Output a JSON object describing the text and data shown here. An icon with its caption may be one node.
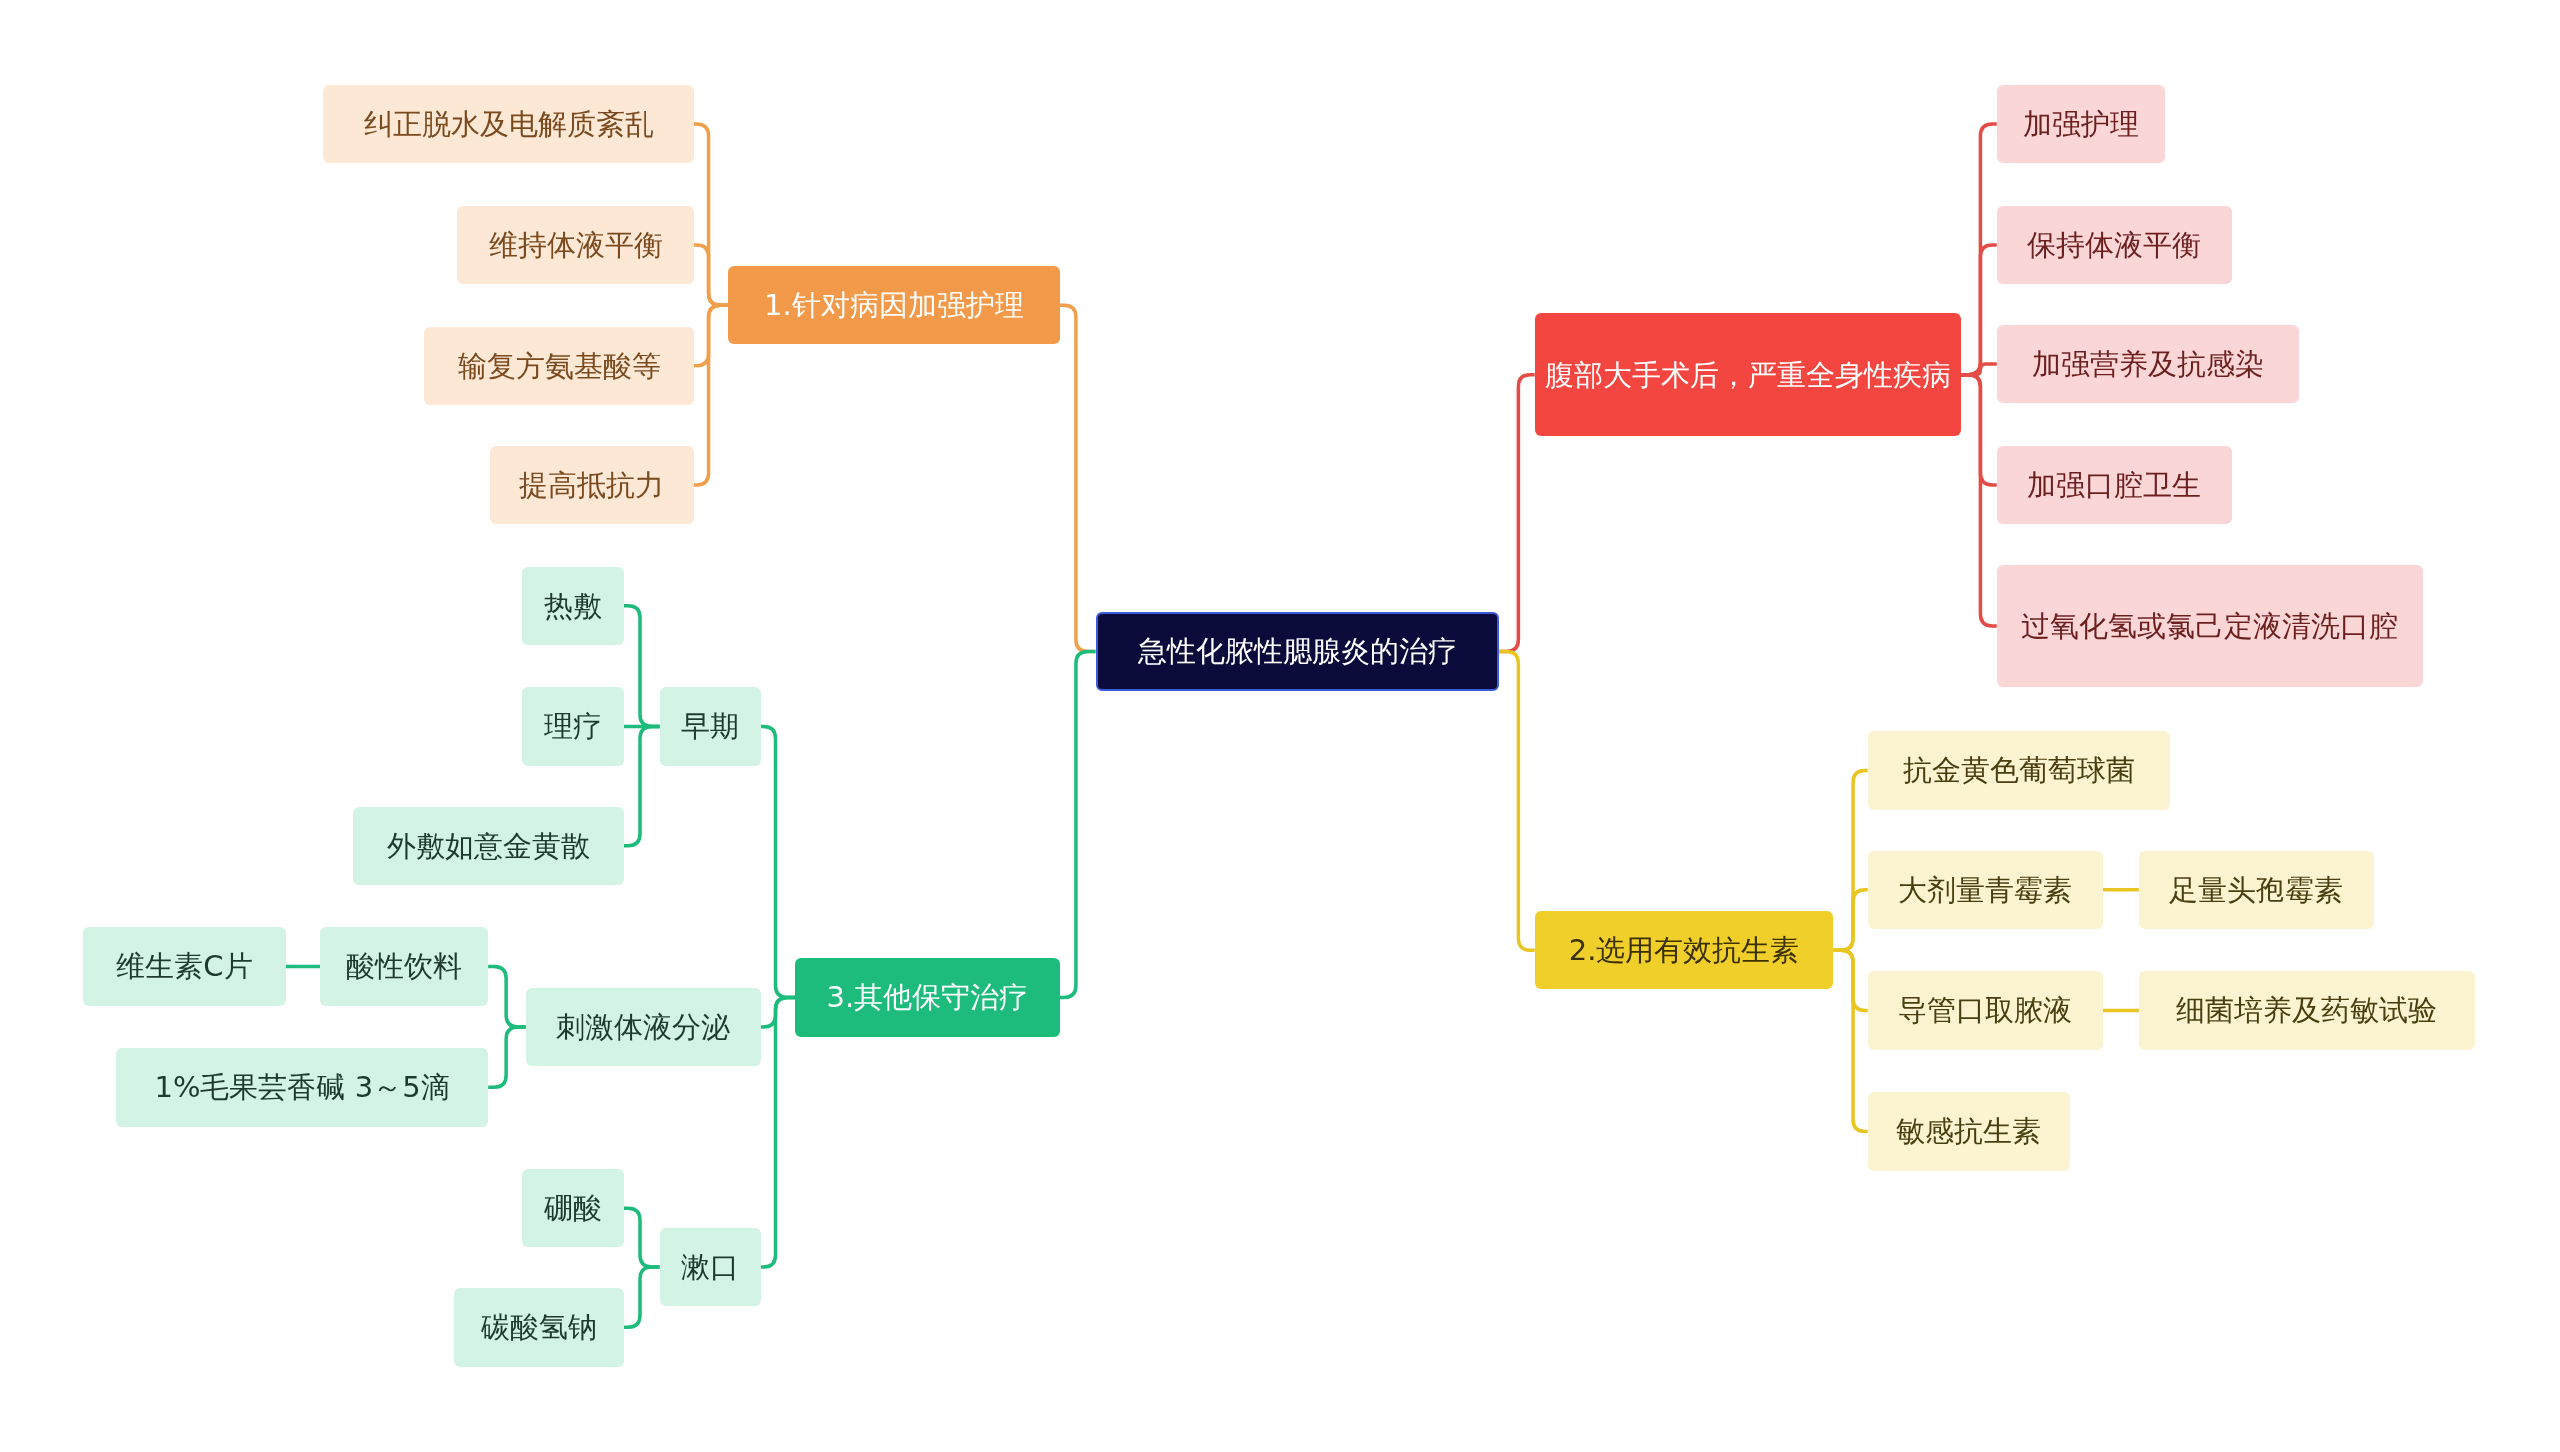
{
  "diagram": {
    "nodes": [
      {
        "text": [
          "急性化脓性腮腺炎的治疗"
        ]
      },
      {
        "text": [
          "1.针对病因加强护理"
        ]
      },
      {
        "text": [
          "纠正脱水及电解质紊乱"
        ]
      },
      {
        "text": [
          "维持体液平衡"
        ]
      },
      {
        "text": [
          "输复方氨基酸等"
        ]
      },
      {
        "text": [
          "提高抵抗力"
        ]
      },
      {
        "text": [
          "3.其他保守治疗"
        ]
      },
      {
        "text": [
          "早期"
        ]
      },
      {
        "text": [
          "热敷"
        ]
      },
      {
        "text": [
          "理疗"
        ]
      },
      {
        "text": [
          "外敷如意金黄散"
        ]
      },
      {
        "text": [
          "刺激体液分泌"
        ]
      },
      {
        "text": [
          "酸性饮料"
        ]
      },
      {
        "text": [
          "维生素C片"
        ]
      },
      {
        "text": [
          "1%毛果芸香碱 3～5滴"
        ]
      },
      {
        "text": [
          "漱口"
        ]
      },
      {
        "text": [
          "硼酸"
        ]
      },
      {
        "text": [
          "碳酸氢钠"
        ]
      },
      {
        "text": [
          "腹部大手术后，严重全身性疾病"
        ]
      },
      {
        "text": [
          "加强护理"
        ]
      },
      {
        "text": [
          "保持体液平衡"
        ]
      },
      {
        "text": [
          "加强营养及抗感染"
        ]
      },
      {
        "text": [
          "加强口腔卫生"
        ]
      },
      {
        "text": [
          "过氧化氢或氯己定液清洗口腔"
        ]
      },
      {
        "text": [
          "2.选用有效抗生素"
        ]
      },
      {
        "text": [
          "抗金黄色葡萄球菌"
        ]
      },
      {
        "text": [
          "大剂量青霉素"
        ]
      },
      {
        "text": [
          "足量头孢霉素"
        ]
      },
      {
        "text": [
          "导管口取脓液"
        ]
      },
      {
        "text": [
          "细菌培养及药敏试验"
        ]
      },
      {
        "text": [
          "敏感抗生素"
        ]
      }
    ],
    "edges": [
      {
        "from": 0,
        "to": 1,
        "arrow": "none",
        "color": "#f0a04b"
      },
      {
        "from": 1,
        "to": 2,
        "arrow": "none",
        "color": "#f0a04b"
      },
      {
        "from": 1,
        "to": 3,
        "arrow": "none",
        "color": "#f0a04b"
      },
      {
        "from": 1,
        "to": 4,
        "arrow": "none",
        "color": "#f0a04b"
      },
      {
        "from": 1,
        "to": 5,
        "arrow": "none",
        "color": "#f0a04b"
      },
      {
        "from": 0,
        "to": 6,
        "arrow": "none",
        "color": "#1dbb7c"
      },
      {
        "from": 6,
        "to": 7,
        "arrow": "none",
        "color": "#1dbb7c"
      },
      {
        "from": 7,
        "to": 8,
        "arrow": "none",
        "color": "#1dbb7c"
      },
      {
        "from": 7,
        "to": 9,
        "arrow": "none",
        "color": "#1dbb7c"
      },
      {
        "from": 7,
        "to": 10,
        "arrow": "none",
        "color": "#1dbb7c"
      },
      {
        "from": 6,
        "to": 11,
        "arrow": "none",
        "color": "#1dbb7c"
      },
      {
        "from": 11,
        "to": 12,
        "arrow": "none",
        "color": "#1dbb7c"
      },
      {
        "from": 12,
        "to": 13,
        "arrow": "none",
        "color": "#1dbb7c"
      },
      {
        "from": 11,
        "to": 14,
        "arrow": "none",
        "color": "#1dbb7c"
      },
      {
        "from": 6,
        "to": 15,
        "arrow": "none",
        "color": "#1dbb7c"
      },
      {
        "from": 15,
        "to": 16,
        "arrow": "none",
        "color": "#1dbb7c"
      },
      {
        "from": 15,
        "to": 17,
        "arrow": "none",
        "color": "#1dbb7c"
      },
      {
        "from": 0,
        "to": 18,
        "arrow": "none",
        "color": "#e54b47"
      },
      {
        "from": 18,
        "to": 19,
        "arrow": "none",
        "color": "#e54b47"
      },
      {
        "from": 18,
        "to": 20,
        "arrow": "none",
        "color": "#e54b47"
      },
      {
        "from": 18,
        "to": 21,
        "arrow": "none",
        "color": "#e54b47"
      },
      {
        "from": 18,
        "to": 22,
        "arrow": "none",
        "color": "#e54b47"
      },
      {
        "from": 18,
        "to": 23,
        "arrow": "none",
        "color": "#e54b47"
      },
      {
        "from": 0,
        "to": 24,
        "arrow": "none",
        "color": "#e8c520"
      },
      {
        "from": 24,
        "to": 25,
        "arrow": "none",
        "color": "#e8c520"
      },
      {
        "from": 24,
        "to": 26,
        "arrow": "none",
        "color": "#e8c520"
      },
      {
        "from": 26,
        "to": 27,
        "arrow": "none",
        "color": "#e8c520"
      },
      {
        "from": 24,
        "to": 28,
        "arrow": "none",
        "color": "#e8c520"
      },
      {
        "from": 28,
        "to": 29,
        "arrow": "none",
        "color": "#e8c520"
      },
      {
        "from": 24,
        "to": 30,
        "arrow": "none",
        "color": "#e8c520"
      }
    ]
  }
}
